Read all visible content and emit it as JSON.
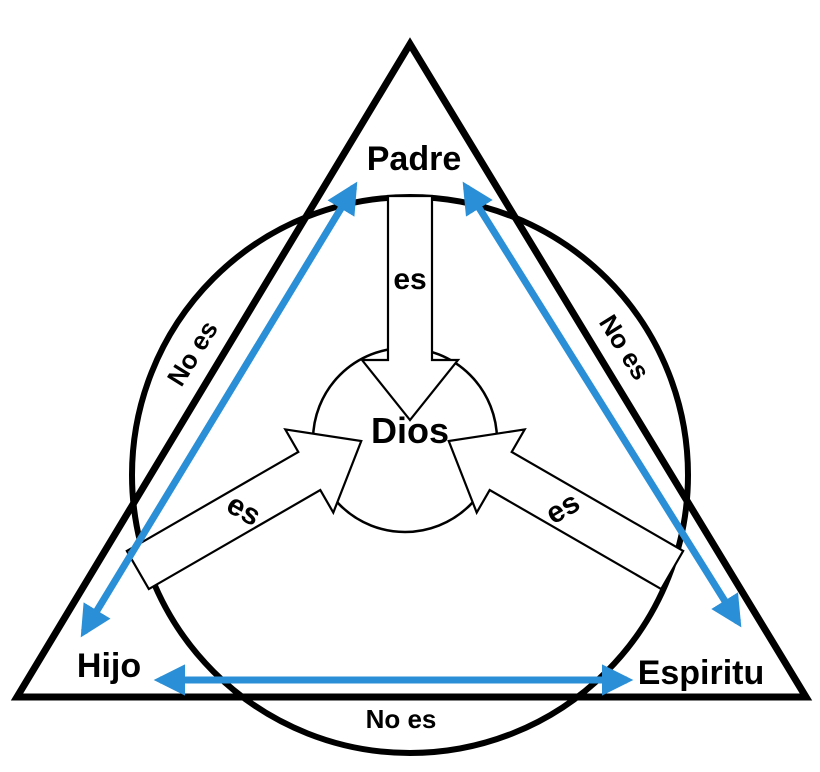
{
  "nodes": {
    "top": "Padre",
    "left": "Hijo",
    "right": "Espiritu",
    "center": "Dios"
  },
  "relations": {
    "is_label": "es",
    "is_not_label": "No es"
  },
  "colors": {
    "stroke": "#000000",
    "arrow_blue": "#2a8fd6",
    "arrow_blue_dark": "#1b6fb0",
    "background": "#ffffff"
  }
}
